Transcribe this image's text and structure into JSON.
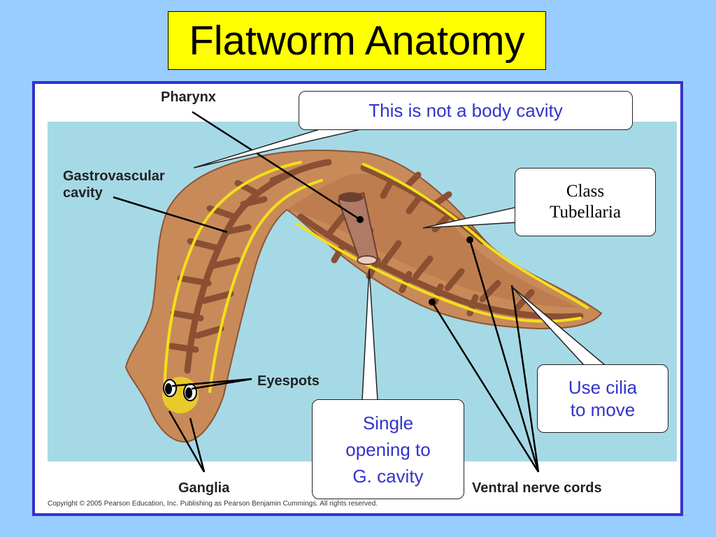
{
  "title": "Flatworm Anatomy",
  "labels": {
    "pharynx": "Pharynx",
    "gastrovascular_line1": "Gastrovascular",
    "gastrovascular_line2": "cavity",
    "eyespots": "Eyespots",
    "ganglia": "Ganglia",
    "ventral_nerve_cords": "Ventral nerve cords"
  },
  "copyright": "Copyright ©  2005 Pearson Education, Inc. Publishing as Pearson Benjamin Cummings. All rights reserved.",
  "callouts": {
    "not_body_cavity": "This is not a body cavity",
    "class_line1": "Class",
    "class_line2": "Tubellaria",
    "cilia_line1": "Use cilia",
    "cilia_line2": "to move",
    "opening_line1": "Single",
    "opening_line2": "opening to",
    "opening_line3": "G. cavity"
  },
  "colors": {
    "background": "#99ccff",
    "title_fill": "#ffff00",
    "frame_border": "#3333cc",
    "water": "#a6d9e6",
    "body": "#c98a5a",
    "gut": "#8b5032",
    "nerve": "#f2e01a",
    "callout_text": "#3333cc"
  }
}
